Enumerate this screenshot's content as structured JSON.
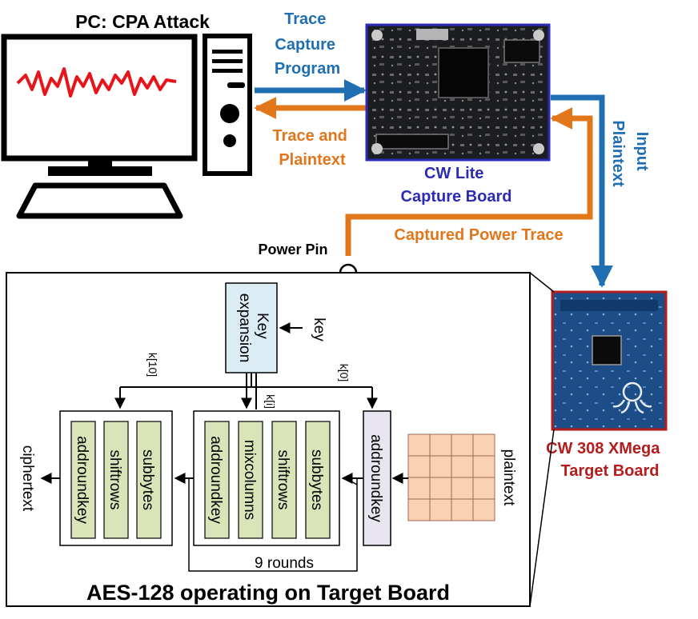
{
  "pc": {
    "title": "PC: CPA Attack"
  },
  "arrows": {
    "trace_capture": [
      "Trace",
      "Capture",
      "Program"
    ],
    "trace_plaintext": [
      "Trace and",
      "Plaintext"
    ],
    "input_plaintext": [
      "Input",
      "Plaintext"
    ],
    "captured_power_trace": "Captured Power Trace",
    "power_pin": "Power Pin"
  },
  "cw_lite": {
    "label": [
      "CW Lite",
      "Capture Board"
    ]
  },
  "target_board": {
    "label": [
      "CW 308 XMega",
      "Target Board"
    ]
  },
  "aes": {
    "title": "AES-128 operating on Target Board",
    "key_expansion": [
      "Key",
      "expansion"
    ],
    "key": "key",
    "k0": "k[0]",
    "ki": "k[i]",
    "k10": "k[10]",
    "plaintext": "plaintext",
    "ciphertext": "ciphertext",
    "rounds": "9 rounds",
    "first_addroundkey": "addroundkey",
    "round_ops": [
      "subbytes",
      "shiftrows",
      "mixcolumns",
      "addroundkey"
    ],
    "final_ops": [
      "subbytes",
      "shiftrows",
      "addroundkey"
    ]
  },
  "colors": {
    "blue": "#1f6fb2",
    "orange": "#e2761b",
    "navy": "#2b2bb8",
    "red": "#b51c1c",
    "trace_red": "#e8141c",
    "op_green": "#d9e5b9",
    "key_blue": "#dcecf5",
    "add_lavender": "#e8e4f0",
    "state_peach": "#fad2b3"
  }
}
